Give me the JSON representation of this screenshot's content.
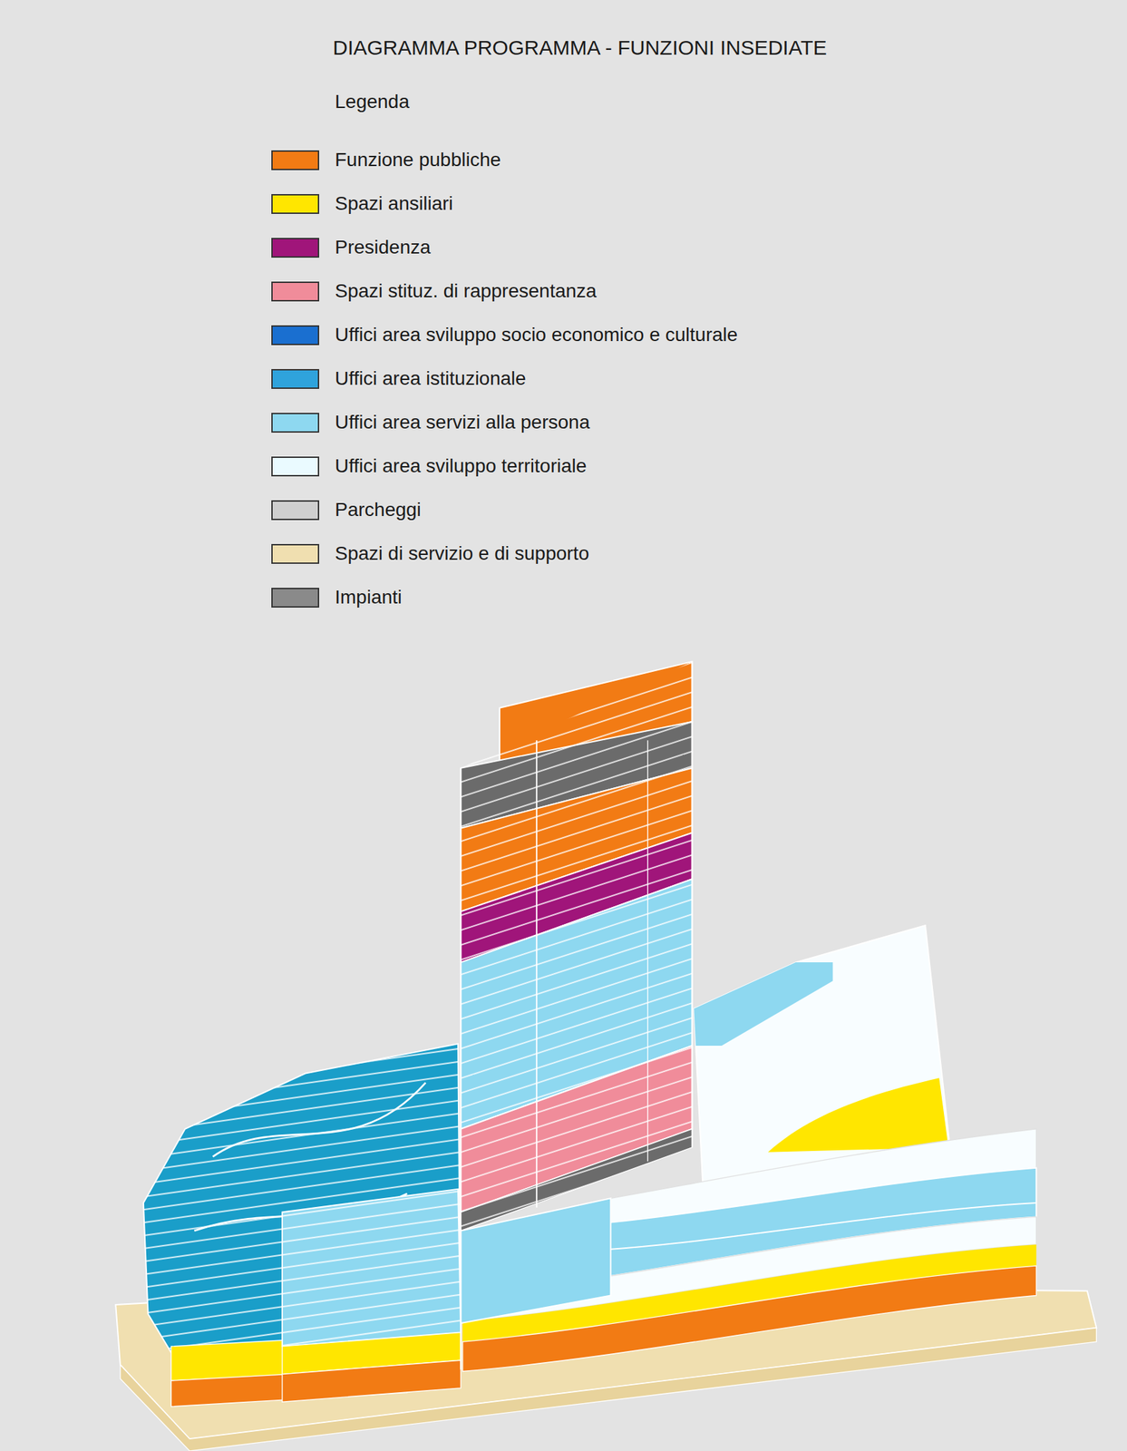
{
  "diagram": {
    "title": "DIAGRAMMA PROGRAMMA - FUNZIONI INSEDIATE",
    "labels": [
      "Legenda"
    ],
    "legend": [
      {
        "text": "Funzione pubbliche",
        "color": "#f27b14"
      },
      {
        "text": "Spazi ansiliari",
        "color": "#ffe600"
      },
      {
        "text": "Presidenza",
        "color": "#a0157a"
      },
      {
        "text": "Spazi stituz. di rappresentanza",
        "color": "#f08c9a"
      },
      {
        "text": "Uffici area sviluppo socio economico e culturale",
        "color": "#1a6fd0"
      },
      {
        "text": "Uffici area istituzionale",
        "color": "#2fa3dc"
      },
      {
        "text": "Uffici area servizi alla persona",
        "color": "#8ed8f0"
      },
      {
        "text": "Uffici area sviluppo territoriale",
        "color": "#eafaff"
      },
      {
        "text": "Parcheggi",
        "color": "#cfcfcf"
      },
      {
        "text": "Spazi di servizio e di supporto",
        "color": "#f0dfb0"
      },
      {
        "text": "Impianti",
        "color": "#8a8a8a"
      }
    ]
  }
}
